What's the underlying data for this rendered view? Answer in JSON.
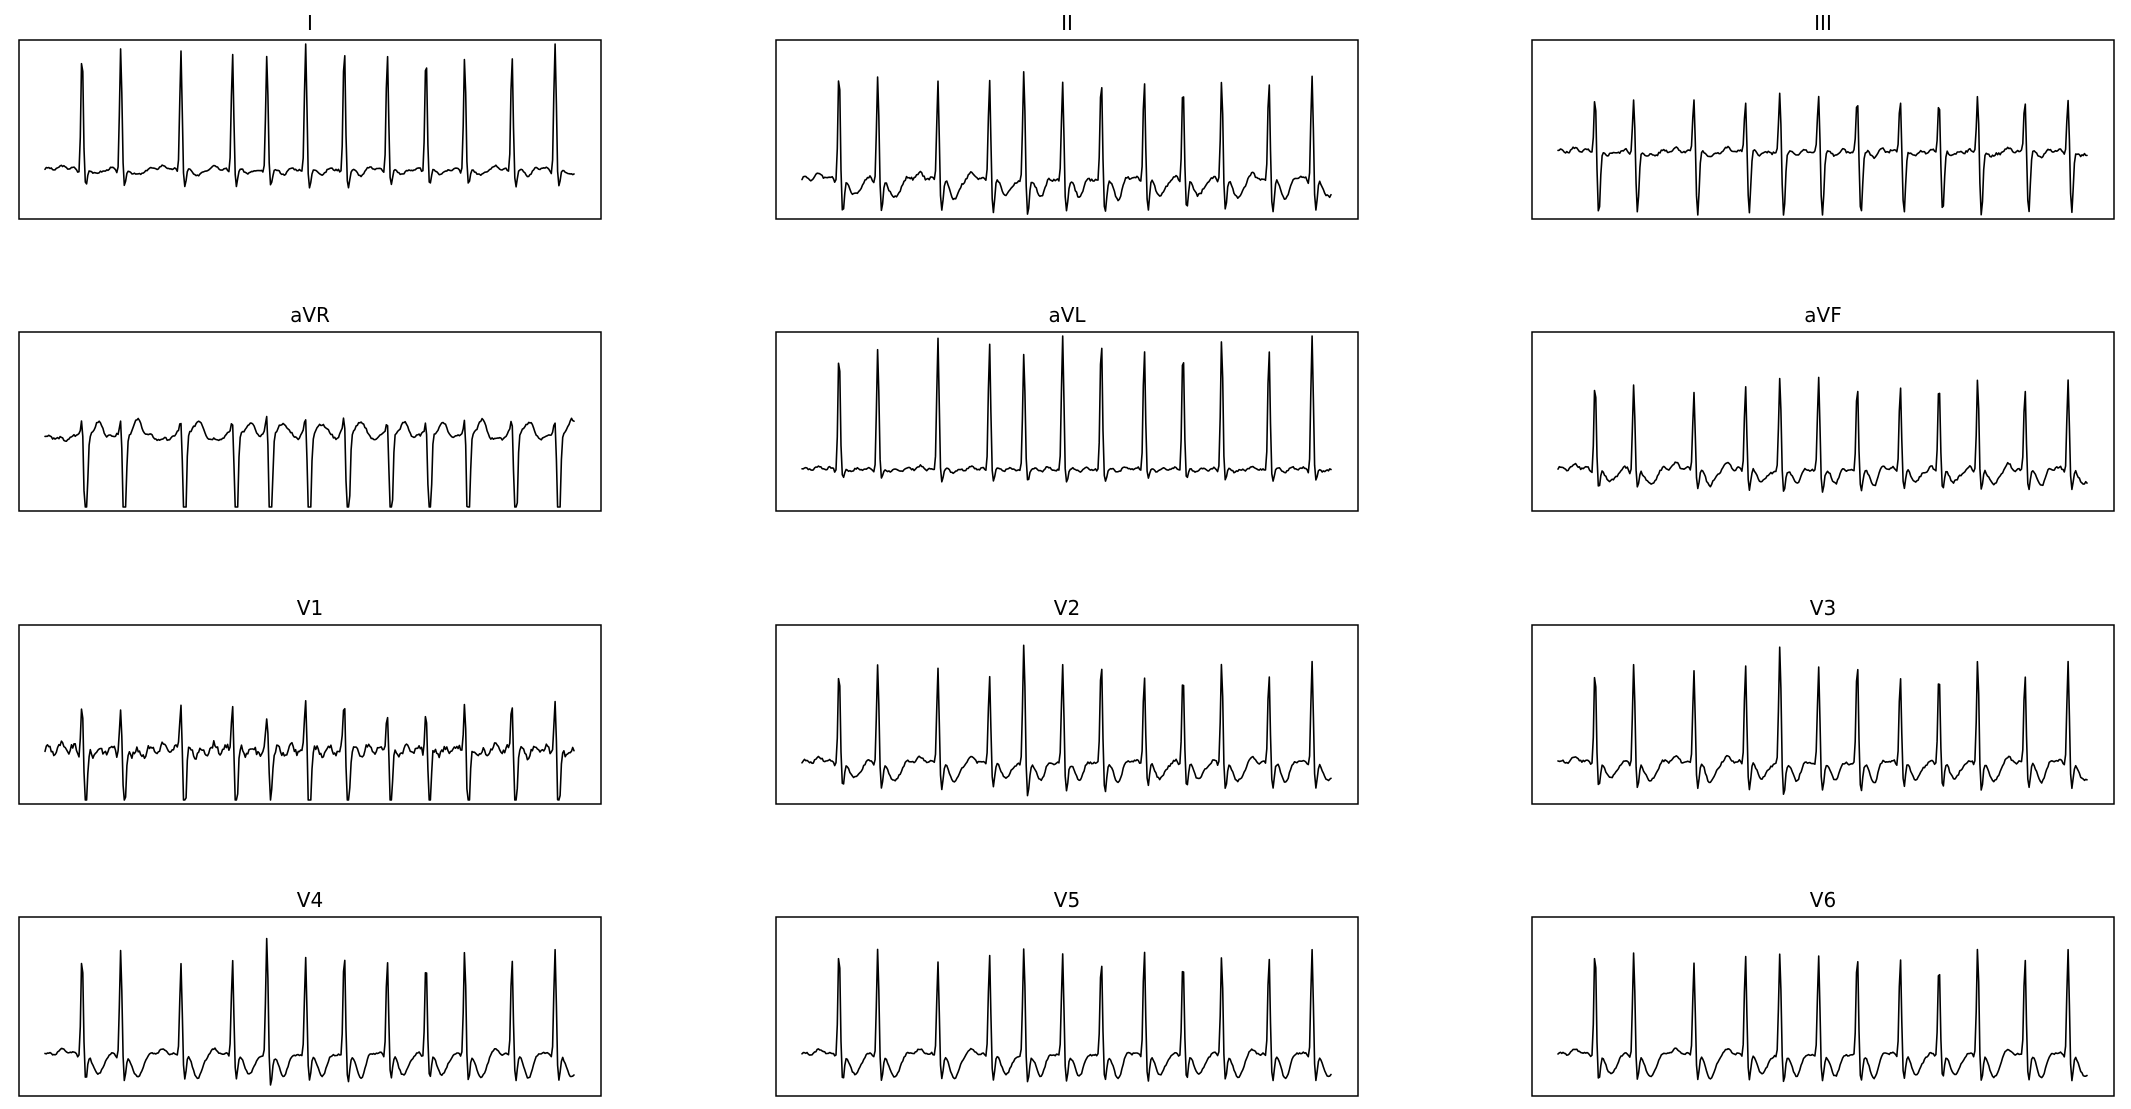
{
  "chart_data": {
    "type": "line",
    "grid": false,
    "panel_layout": {
      "rows": 4,
      "columns": 3
    },
    "samples_per_trace": 420,
    "panels": [
      {
        "title": "I",
        "baseline": 0.0,
        "noise": 0.025,
        "beats": [
          {
            "t": 0.0701,
            "amp": 1.0
          },
          {
            "t": 0.1432,
            "amp": 1.02
          },
          {
            "t": 0.257,
            "amp": 1.0
          },
          {
            "t": 0.3545,
            "amp": 0.98
          },
          {
            "t": 0.4195,
            "amp": 0.95
          },
          {
            "t": 0.4927,
            "amp": 1.07
          },
          {
            "t": 0.5658,
            "amp": 1.03
          },
          {
            "t": 0.6471,
            "amp": 0.98
          },
          {
            "t": 0.7203,
            "amp": 0.98
          },
          {
            "t": 0.7934,
            "amp": 0.95
          },
          {
            "t": 0.8828,
            "amp": 0.96
          },
          {
            "t": 0.9642,
            "amp": 1.09
          }
        ],
        "r_scale": 1.5,
        "s_scale": -0.22,
        "q_scale": -0.06,
        "t_scale": -0.08,
        "p_scale": 0.03
      },
      {
        "title": "II",
        "baseline": -0.12,
        "noise": 0.04,
        "beats": [
          {
            "t": 0.0701,
            "amp": 1.0
          },
          {
            "t": 0.1432,
            "amp": 0.95
          },
          {
            "t": 0.257,
            "amp": 0.89
          },
          {
            "t": 0.3545,
            "amp": 0.92
          },
          {
            "t": 0.4195,
            "amp": 0.96
          },
          {
            "t": 0.4927,
            "amp": 0.87
          },
          {
            "t": 0.5658,
            "amp": 0.9
          },
          {
            "t": 0.6471,
            "amp": 0.91
          },
          {
            "t": 0.7203,
            "amp": 0.87
          },
          {
            "t": 0.7934,
            "amp": 0.9
          },
          {
            "t": 0.8828,
            "amp": 0.89
          },
          {
            "t": 0.9642,
            "amp": 0.95
          }
        ],
        "r_scale": 1.4,
        "s_scale": -0.45,
        "q_scale": -0.05,
        "t_scale": -0.25,
        "p_scale": 0.05
      },
      {
        "title": "III",
        "baseline": 0.22,
        "noise": 0.035,
        "beats": [
          {
            "t": 0.0701,
            "amp": 0.97
          },
          {
            "t": 0.1432,
            "amp": 0.93
          },
          {
            "t": 0.257,
            "amp": 0.94
          },
          {
            "t": 0.3545,
            "amp": 0.9
          },
          {
            "t": 0.4195,
            "amp": 0.98
          },
          {
            "t": 0.4927,
            "amp": 0.95
          },
          {
            "t": 0.5658,
            "amp": 0.92
          },
          {
            "t": 0.6471,
            "amp": 0.94
          },
          {
            "t": 0.7203,
            "amp": 0.93
          },
          {
            "t": 0.7934,
            "amp": 0.98
          },
          {
            "t": 0.8828,
            "amp": 0.9
          },
          {
            "t": 0.9642,
            "amp": 0.93
          }
        ],
        "r_scale": 0.75,
        "s_scale": -0.85,
        "q_scale": -0.02,
        "t_scale": -0.06,
        "p_scale": 0.03
      },
      {
        "title": "aVR",
        "baseline": 0.3,
        "noise": 0.035,
        "beats": [
          {
            "t": 0.0701,
            "amp": 1.02
          },
          {
            "t": 0.1432,
            "amp": 1.05
          },
          {
            "t": 0.257,
            "amp": 1.0
          },
          {
            "t": 0.3545,
            "amp": 1.03
          },
          {
            "t": 0.4195,
            "amp": 1.07
          },
          {
            "t": 0.4927,
            "amp": 1.05
          },
          {
            "t": 0.5658,
            "amp": 1.06
          },
          {
            "t": 0.6471,
            "amp": 1.02
          },
          {
            "t": 0.7203,
            "amp": 1.0
          },
          {
            "t": 0.7934,
            "amp": 1.02
          },
          {
            "t": 0.8828,
            "amp": 1.04
          },
          {
            "t": 0.9642,
            "amp": 1.07
          }
        ],
        "r_scale": 0.25,
        "s_scale": -1.45,
        "q_scale": 0.05,
        "t_scale": 0.2,
        "p_scale": -0.04
      },
      {
        "title": "aVL",
        "baseline": -0.1,
        "noise": 0.03,
        "beats": [
          {
            "t": 0.0701,
            "amp": 1.0
          },
          {
            "t": 0.1432,
            "amp": 1.02
          },
          {
            "t": 0.257,
            "amp": 1.1
          },
          {
            "t": 0.3545,
            "amp": 1.07
          },
          {
            "t": 0.4195,
            "amp": 0.96
          },
          {
            "t": 0.4927,
            "amp": 1.13
          },
          {
            "t": 0.5658,
            "amp": 1.1
          },
          {
            "t": 0.6471,
            "amp": 1.02
          },
          {
            "t": 0.7203,
            "amp": 1.04
          },
          {
            "t": 0.7934,
            "amp": 1.1
          },
          {
            "t": 0.8828,
            "amp": 1.02
          },
          {
            "t": 0.9642,
            "amp": 1.13
          }
        ],
        "r_scale": 1.5,
        "s_scale": -0.14,
        "q_scale": -0.04,
        "t_scale": -0.03,
        "p_scale": 0.02
      },
      {
        "title": "aVF",
        "baseline": -0.1,
        "noise": 0.04,
        "beats": [
          {
            "t": 0.0701,
            "amp": 0.9
          },
          {
            "t": 0.1432,
            "amp": 0.87
          },
          {
            "t": 0.257,
            "amp": 0.8
          },
          {
            "t": 0.3545,
            "amp": 0.87
          },
          {
            "t": 0.4195,
            "amp": 0.93
          },
          {
            "t": 0.4927,
            "amp": 0.92
          },
          {
            "t": 0.5658,
            "amp": 0.84
          },
          {
            "t": 0.6471,
            "amp": 0.87
          },
          {
            "t": 0.7203,
            "amp": 0.92
          },
          {
            "t": 0.7934,
            "amp": 0.93
          },
          {
            "t": 0.8828,
            "amp": 0.83
          },
          {
            "t": 0.9642,
            "amp": 0.9
          }
        ],
        "r_scale": 1.25,
        "s_scale": -0.3,
        "q_scale": -0.05,
        "t_scale": -0.2,
        "p_scale": 0.05
      },
      {
        "title": "V1",
        "baseline": 0.05,
        "noise": 0.09,
        "beats": [
          {
            "t": 0.0701,
            "amp": 0.95
          },
          {
            "t": 0.1432,
            "amp": 0.86
          },
          {
            "t": 0.257,
            "amp": 1.0
          },
          {
            "t": 0.3545,
            "amp": 0.94
          },
          {
            "t": 0.4195,
            "amp": 0.62
          },
          {
            "t": 0.4927,
            "amp": 0.94
          },
          {
            "t": 0.5658,
            "amp": 0.93
          },
          {
            "t": 0.6471,
            "amp": 0.86
          },
          {
            "t": 0.7203,
            "amp": 0.88
          },
          {
            "t": 0.7934,
            "amp": 0.97
          },
          {
            "t": 0.8828,
            "amp": 0.9
          },
          {
            "t": 0.9642,
            "amp": 1.0
          }
        ],
        "r_scale": 0.65,
        "s_scale": -0.95,
        "q_scale": -0.03,
        "t_scale": -0.05,
        "p_scale": 0.03
      },
      {
        "title": "V2",
        "baseline": -0.1,
        "noise": 0.035,
        "beats": [
          {
            "t": 0.0701,
            "amp": 0.95
          },
          {
            "t": 0.1432,
            "amp": 1.0
          },
          {
            "t": 0.257,
            "amp": 0.96
          },
          {
            "t": 0.3545,
            "amp": 0.88
          },
          {
            "t": 0.4195,
            "amp": 1.2
          },
          {
            "t": 0.4927,
            "amp": 0.99
          },
          {
            "t": 0.5658,
            "amp": 1.02
          },
          {
            "t": 0.6471,
            "amp": 0.89
          },
          {
            "t": 0.7203,
            "amp": 0.93
          },
          {
            "t": 0.7934,
            "amp": 1.02
          },
          {
            "t": 0.8828,
            "amp": 0.89
          },
          {
            "t": 0.9642,
            "amp": 1.02
          }
        ],
        "r_scale": 1.25,
        "s_scale": -0.35,
        "q_scale": -0.04,
        "t_scale": -0.25,
        "p_scale": 0.05
      },
      {
        "title": "V3",
        "baseline": -0.1,
        "noise": 0.035,
        "beats": [
          {
            "t": 0.0701,
            "amp": 0.96
          },
          {
            "t": 0.1432,
            "amp": 1.0
          },
          {
            "t": 0.257,
            "amp": 0.95
          },
          {
            "t": 0.3545,
            "amp": 0.99
          },
          {
            "t": 0.4195,
            "amp": 1.18
          },
          {
            "t": 0.4927,
            "amp": 0.96
          },
          {
            "t": 0.5658,
            "amp": 1.02
          },
          {
            "t": 0.6471,
            "amp": 0.89
          },
          {
            "t": 0.7203,
            "amp": 0.94
          },
          {
            "t": 0.7934,
            "amp": 1.05
          },
          {
            "t": 0.8828,
            "amp": 0.89
          },
          {
            "t": 0.9642,
            "amp": 1.02
          }
        ],
        "r_scale": 1.25,
        "s_scale": -0.35,
        "q_scale": -0.04,
        "t_scale": -0.25,
        "p_scale": 0.05
      },
      {
        "title": "V4",
        "baseline": -0.1,
        "noise": 0.025,
        "beats": [
          {
            "t": 0.0701,
            "amp": 0.95
          },
          {
            "t": 0.1432,
            "amp": 0.98
          },
          {
            "t": 0.257,
            "amp": 0.86
          },
          {
            "t": 0.3545,
            "amp": 0.89
          },
          {
            "t": 0.4195,
            "amp": 1.1
          },
          {
            "t": 0.4927,
            "amp": 0.9
          },
          {
            "t": 0.5658,
            "amp": 0.96
          },
          {
            "t": 0.6471,
            "amp": 0.9
          },
          {
            "t": 0.7203,
            "amp": 0.9
          },
          {
            "t": 0.7934,
            "amp": 0.98
          },
          {
            "t": 0.8828,
            "amp": 0.9
          },
          {
            "t": 0.9642,
            "amp": 0.98
          }
        ],
        "r_scale": 1.35,
        "s_scale": -0.35,
        "q_scale": -0.04,
        "t_scale": -0.3,
        "p_scale": 0.05
      },
      {
        "title": "V5",
        "baseline": -0.1,
        "noise": 0.025,
        "beats": [
          {
            "t": 0.0701,
            "amp": 1.0
          },
          {
            "t": 0.1432,
            "amp": 0.99
          },
          {
            "t": 0.257,
            "amp": 0.87
          },
          {
            "t": 0.3545,
            "amp": 0.94
          },
          {
            "t": 0.4195,
            "amp": 1.0
          },
          {
            "t": 0.4927,
            "amp": 0.93
          },
          {
            "t": 0.5658,
            "amp": 0.9
          },
          {
            "t": 0.6471,
            "amp": 0.99
          },
          {
            "t": 0.7203,
            "amp": 0.91
          },
          {
            "t": 0.7934,
            "amp": 0.93
          },
          {
            "t": 0.8828,
            "amp": 0.92
          },
          {
            "t": 0.9642,
            "amp": 0.98
          }
        ],
        "r_scale": 1.35,
        "s_scale": -0.35,
        "q_scale": -0.04,
        "t_scale": -0.3,
        "p_scale": 0.05
      },
      {
        "title": "V6",
        "baseline": -0.1,
        "noise": 0.025,
        "beats": [
          {
            "t": 0.0701,
            "amp": 1.0
          },
          {
            "t": 0.1432,
            "amp": 0.97
          },
          {
            "t": 0.257,
            "amp": 0.87
          },
          {
            "t": 0.3545,
            "amp": 0.93
          },
          {
            "t": 0.4195,
            "amp": 0.95
          },
          {
            "t": 0.4927,
            "amp": 0.92
          },
          {
            "t": 0.5658,
            "amp": 0.95
          },
          {
            "t": 0.6471,
            "amp": 0.92
          },
          {
            "t": 0.7203,
            "amp": 0.88
          },
          {
            "t": 0.7934,
            "amp": 1.01
          },
          {
            "t": 0.8828,
            "amp": 0.91
          },
          {
            "t": 0.9642,
            "amp": 0.98
          }
        ],
        "r_scale": 1.35,
        "s_scale": -0.35,
        "q_scale": -0.04,
        "t_scale": -0.3,
        "p_scale": 0.05
      }
    ]
  }
}
